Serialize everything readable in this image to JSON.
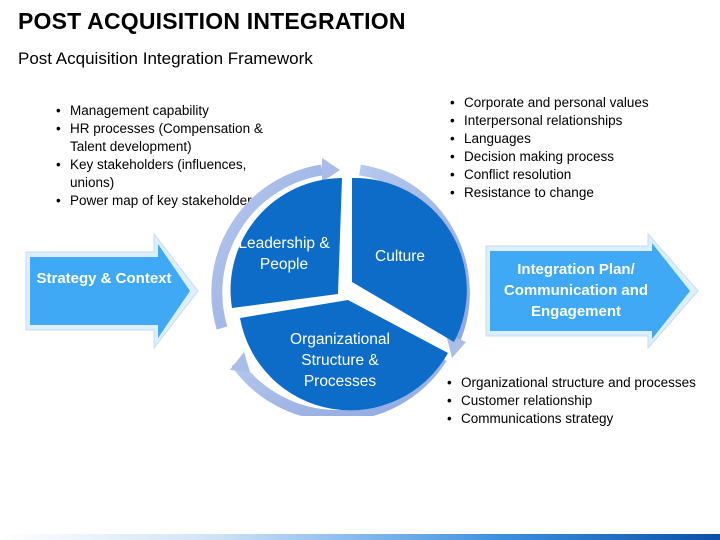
{
  "title": "POST ACQUISITION INTEGRATION",
  "subtitle": "Post Acquisition Integration Framework",
  "left_bullets": [
    "Management capability",
    "HR processes (Compensation & Talent development)",
    "Key stakeholders (influences, unions)",
    "Power map of key stakeholders"
  ],
  "right_bullets": [
    "Corporate and personal values",
    "Interpersonal relationships",
    "Languages",
    "Decision making process",
    "Conflict resolution",
    "Resistance to change"
  ],
  "bottom_bullets": [
    "Organizational structure and processes",
    "Customer relationship",
    "Communications strategy"
  ],
  "arrows": {
    "left_label": "Strategy & Context",
    "right_label": "Integration Plan/ Communication and Engagement"
  },
  "cycle": {
    "leadership": "Leadership & People",
    "culture": "Culture",
    "organizational": "Organizational Structure & Processes"
  },
  "colors": {
    "segment": "#0d6cc8",
    "ring": "#a9bde8",
    "arrow_fill": "#3fa9f5",
    "arrow_border": "#ddeeff"
  }
}
